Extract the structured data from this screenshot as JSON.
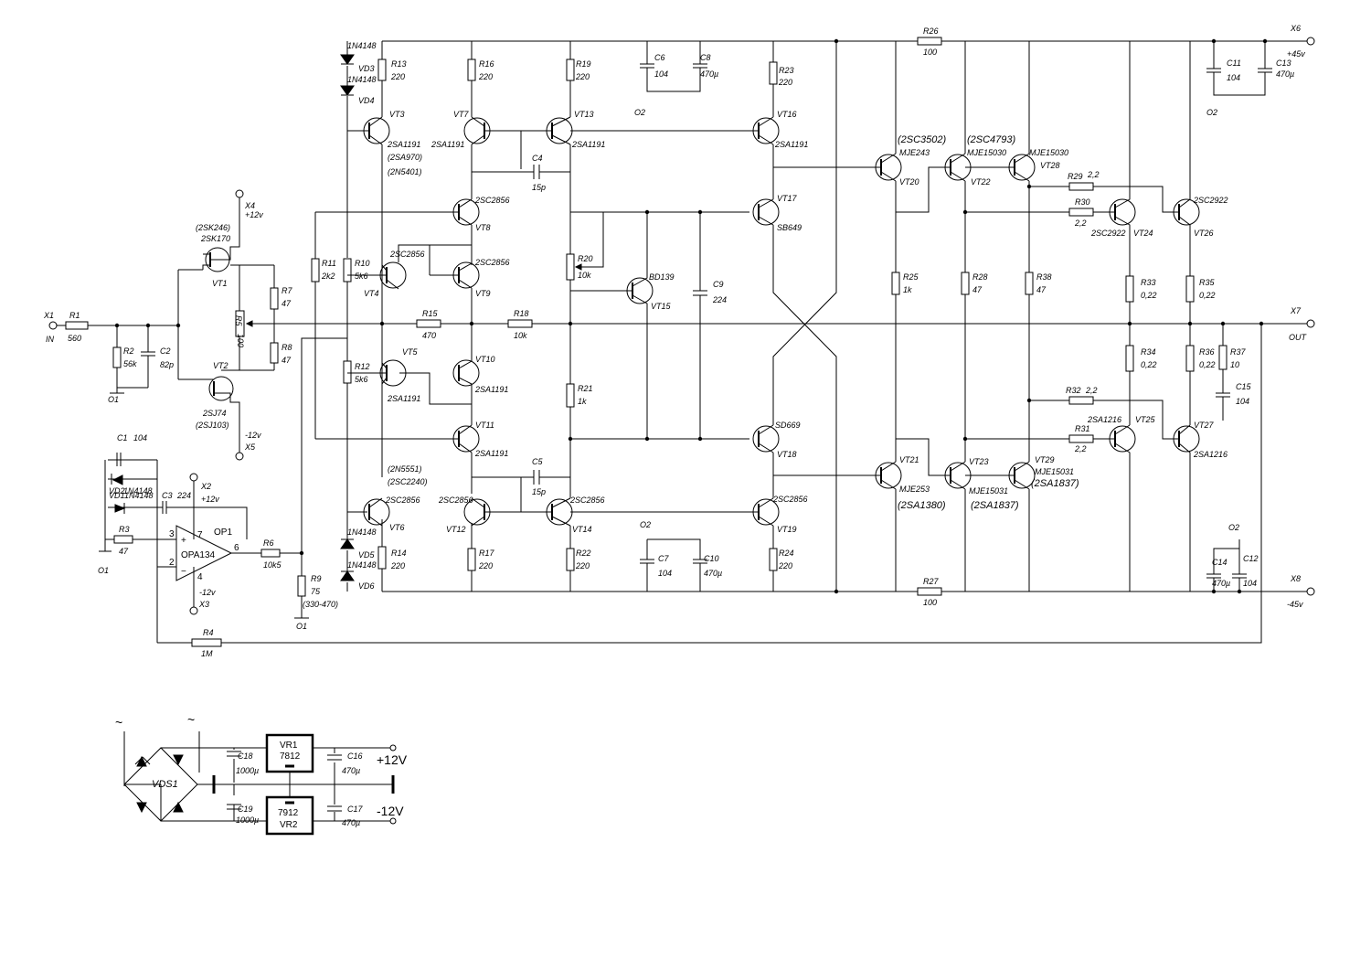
{
  "terminals": {
    "x1": "X1",
    "in": "IN",
    "x4": "X4",
    "x4v": "+12v",
    "x5": "X5",
    "x5v": "-12v",
    "x2": "X2",
    "x2v": "+12v",
    "x3": "X3",
    "x3v": "-12v",
    "x6": "X6",
    "x6v": "+45v",
    "x7": "X7",
    "out": "OUT",
    "x8": "X8",
    "x8v": "-45v",
    "gnd": "O1",
    "gnd2": "O2"
  },
  "resistors": {
    "r1": "R1",
    "r1v": "560",
    "r2": "R2",
    "r2v": "56k",
    "r3": "R3",
    "r3v": "47",
    "r4": "R4",
    "r4v": "1M",
    "r5": "R5",
    "r5v": "100",
    "r6": "R6",
    "r6v": "10k5",
    "r7": "R7",
    "r7v": "47",
    "r8": "R8",
    "r8v": "47",
    "r9": "R9",
    "r9v": "75",
    "r9alt": "(330-470)",
    "r10": "R10",
    "r10v": "5k6",
    "r11": "R11",
    "r11v": "2k2",
    "r12": "R12",
    "r12v": "5k6",
    "r13": "R13",
    "r13v": "220",
    "r14": "R14",
    "r14v": "220",
    "r15": "R15",
    "r15v": "470",
    "r16": "R16",
    "r16v": "220",
    "r17": "R17",
    "r17v": "220",
    "r18": "R18",
    "r18v": "10k",
    "r19": "R19",
    "r19v": "220",
    "r20": "R20",
    "r20v": "10k",
    "r21": "R21",
    "r21v": "1k",
    "r22": "R22",
    "r22v": "220",
    "r23": "R23",
    "r23v": "220",
    "r24": "R24",
    "r24v": "220",
    "r25": "R25",
    "r25v": "1k",
    "r26": "R26",
    "r26v": "100",
    "r27": "R27",
    "r27v": "100",
    "r28": "R28",
    "r28v": "47",
    "r29": "R29",
    "r29v": "2,2",
    "r30": "R30",
    "r30v": "2,2",
    "r31": "R31",
    "r31v": "2,2",
    "r32": "R32",
    "r32v": "2,2",
    "r33": "R33",
    "r33v": "0,22",
    "r34": "R34",
    "r34v": "0,22",
    "r35": "R35",
    "r35v": "0,22",
    "r36": "R36",
    "r36v": "0,22",
    "r37": "R37",
    "r37v": "10",
    "r38": "R38",
    "r38v": "47"
  },
  "capacitors": {
    "c1": "C1",
    "c1v": "104",
    "c2": "C2",
    "c2v": "82p",
    "c3": "C3",
    "c3v": "224",
    "c4": "C4",
    "c4v": "15p",
    "c5": "C5",
    "c5v": "15p",
    "c6": "C6",
    "c6v": "104",
    "c7": "C7",
    "c7v": "104",
    "c8": "C8",
    "c8v": "470µ",
    "c9": "C9",
    "c9v": "224",
    "c10": "C10",
    "c10v": "470µ",
    "c11": "C11",
    "c11v": "104",
    "c12": "C12",
    "c12v": "104",
    "c13": "C13",
    "c13v": "470µ",
    "c14": "C14",
    "c14v": "470µ",
    "c15": "C15",
    "c15v": "104",
    "c16": "C16",
    "c16v": "470µ",
    "c17": "C17",
    "c17v": "470µ",
    "c18": "C18",
    "c18v": "1000µ",
    "c19": "C19",
    "c19v": "1000µ"
  },
  "diodes": {
    "vd1": "VD1",
    "vd1t": "1N4148",
    "vd2": "VD2",
    "vd2t": "1N4148",
    "vd3": "VD3",
    "vd3t": "1N4148",
    "vd4": "VD4",
    "vd4t": "1N4148",
    "vd5": "VD5",
    "vd5t": "1N4148",
    "vd6": "VD6",
    "vd6t": "1N4148",
    "vds1": "VDS1"
  },
  "transistors": {
    "vt1": "VT1",
    "vt1t": "2SK170",
    "vt1alt": "(2SK246)",
    "vt2": "VT2",
    "vt2t": "2SJ74",
    "vt2alt": "(2SJ103)",
    "vt3": "VT3",
    "vt3t": "2SA1191",
    "vt3alt1": "(2SA970)",
    "vt3alt2": "(2N5401)",
    "vt4": "VT4",
    "vt4t": "2SC2856",
    "vt5": "VT5",
    "vt5t": "2SA1191",
    "vt6": "VT6",
    "vt6t": "2SC2856",
    "vt6alt1": "(2N5551)",
    "vt6alt2": "(2SC2240)",
    "vt7": "VT7",
    "vt7t": "2SA1191",
    "vt8": "VT8",
    "vt8t": "2SC2856",
    "vt9": "VT9",
    "vt9t": "2SC2856",
    "vt10": "VT10",
    "vt10t": "2SA1191",
    "vt11": "VT11",
    "vt11t": "2SA1191",
    "vt12": "VT12",
    "vt12t": "2SC2856",
    "vt13": "VT13",
    "vt13t": "2SA1191",
    "vt14": "VT14",
    "vt14t": "2SC2856",
    "vt15": "VT15",
    "vt15t": "BD139",
    "vt16": "VT16",
    "vt16t": "2SA1191",
    "vt17": "VT17",
    "vt17t": "SB649",
    "vt18": "VT18",
    "vt18t": "SD669",
    "vt19": "VT19",
    "vt19t": "2SC2856",
    "vt20": "VT20",
    "vt20t": "MJE243",
    "vt20alt": "(2SC3502)",
    "vt21": "VT21",
    "vt21t": "MJE253",
    "vt21alt": "(2SA1380)",
    "vt22": "VT22",
    "vt22t": "MJE15030",
    "vt22alt": "(2SC4793)",
    "vt23": "VT23",
    "vt23t": "MJE15031",
    "vt23alt": "(2SA1837)",
    "vt24": "VT24",
    "vt24t": "2SC2922",
    "vt25": "VT25",
    "vt25t": "2SA1216",
    "vt26": "VT26",
    "vt26t": "2SC2922",
    "vt27": "VT27",
    "vt27t": "2SA1216",
    "vt28": "VT28",
    "vt28t": "MJE15030",
    "vt29": "VT29",
    "vt29t": "MJE15031",
    "vt29alt": "(2SA1837)"
  },
  "opamp": {
    "ref": "OP1",
    "part": "OPA134",
    "p2": "2",
    "p3": "3",
    "p4": "4",
    "p6": "6",
    "p7": "7",
    "plus": "+",
    "minus": "−"
  },
  "psu": {
    "vr1": "VR1",
    "vr1t": "7812",
    "vr2": "VR2",
    "vr2t": "7912",
    "pos": "+12V",
    "neg": "-12V",
    "ac": "~"
  }
}
